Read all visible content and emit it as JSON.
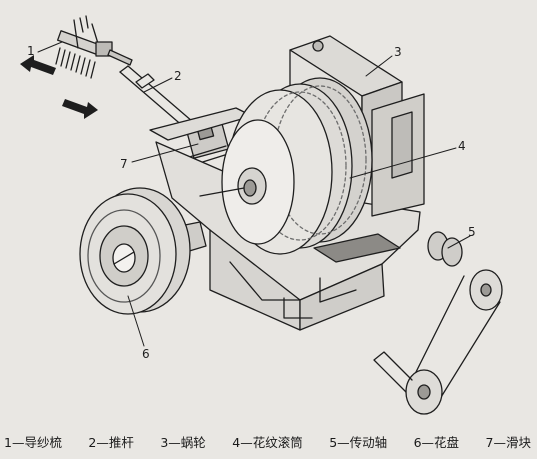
{
  "callouts": [
    "1",
    "2",
    "3",
    "4",
    "5",
    "6",
    "7"
  ],
  "legend": [
    "1—导纱梳",
    "2—推杆",
    "3—蜗轮",
    "4—花纹滚筒",
    "5—传动轴",
    "6—花盘",
    "7—滑块"
  ],
  "colors": {
    "background": "#e9e7e3",
    "line": "#1e1e1e",
    "shade": "#6d6d6d"
  }
}
